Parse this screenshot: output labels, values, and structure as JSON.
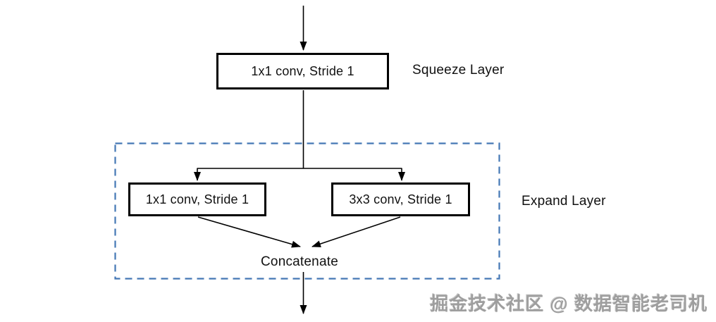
{
  "diagram": {
    "squeeze": {
      "box_label": "1x1 conv, Stride 1",
      "side_label": "Squeeze Layer"
    },
    "expand": {
      "left_box_label": "1x1 conv, Stride 1",
      "right_box_label": "3x3 conv, Stride 1",
      "side_label": "Expand Layer",
      "merge_label": "Concatenate"
    },
    "colors": {
      "box_border": "#000000",
      "connector": "#000000",
      "expand_region_border": "#4477b5",
      "watermark_color": "#9e9e9e"
    }
  },
  "watermark": {
    "text": "掘金技术社区 @ 数据智能老司机"
  }
}
